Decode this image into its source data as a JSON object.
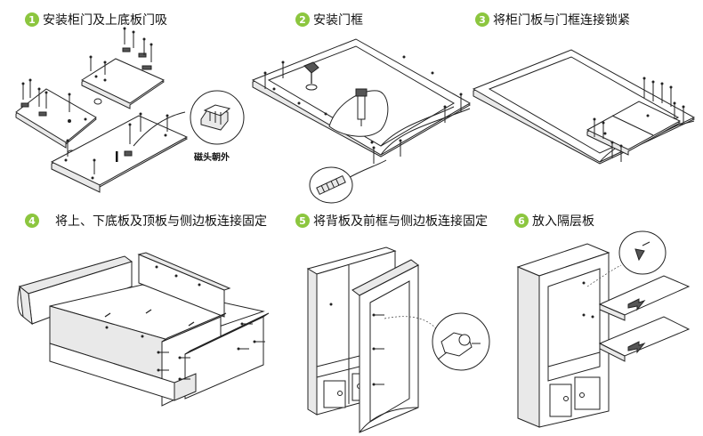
{
  "steps": [
    {
      "number": "1",
      "label": "安装柜门及上底板门吸"
    },
    {
      "number": "2",
      "label": "安装门框"
    },
    {
      "number": "3",
      "label": "将柜门板与门框连接锁紧"
    },
    {
      "number": "4",
      "label": "将上、下底板及顶板与侧边板连接固定"
    },
    {
      "number": "5",
      "label": "将背板及前框与侧边板连接固定"
    },
    {
      "number": "6",
      "label": "放入隔层板"
    }
  ],
  "annotations": {
    "magnet_note": "磁头朝外"
  }
}
